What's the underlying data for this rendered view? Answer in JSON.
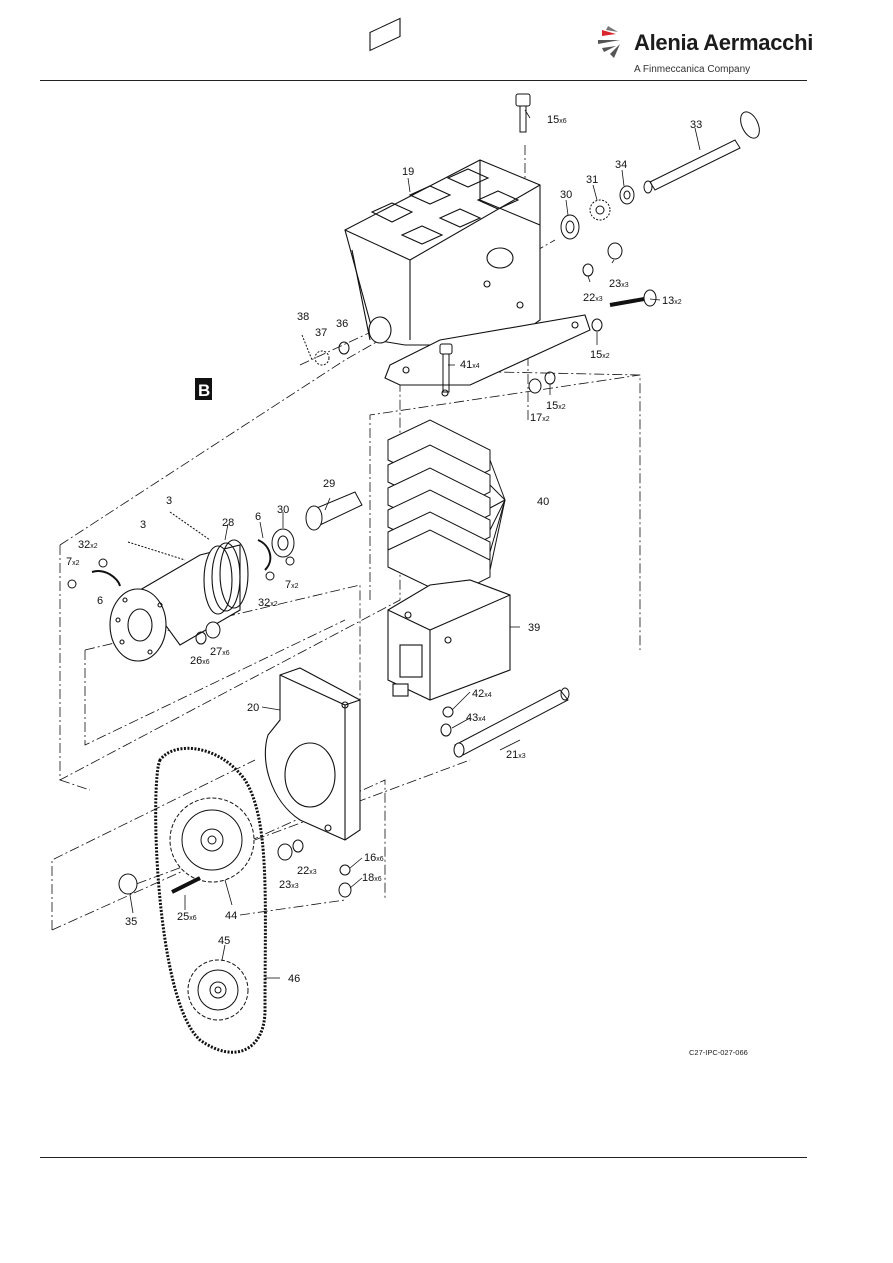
{
  "header": {
    "logo_name": "Alenia Aermacchi",
    "logo_subtitle": "A Finmeccanica Company",
    "brand_color": "#d9262c"
  },
  "view_label": "B",
  "figure_id": "C27-IPC-027-066",
  "callouts": [
    {
      "id": "c15a",
      "num": "15",
      "qty": "x6"
    },
    {
      "id": "c33",
      "num": "33",
      "qty": ""
    },
    {
      "id": "c19",
      "num": "19",
      "qty": ""
    },
    {
      "id": "c31",
      "num": "31",
      "qty": ""
    },
    {
      "id": "c34",
      "num": "34",
      "qty": ""
    },
    {
      "id": "c30a",
      "num": "30",
      "qty": ""
    },
    {
      "id": "c23a",
      "num": "23",
      "qty": "x3"
    },
    {
      "id": "c22a",
      "num": "22",
      "qty": "x3"
    },
    {
      "id": "c13",
      "num": "13",
      "qty": "x2"
    },
    {
      "id": "c15b",
      "num": "15",
      "qty": "x2"
    },
    {
      "id": "c38",
      "num": "38",
      "qty": ""
    },
    {
      "id": "c37",
      "num": "37",
      "qty": ""
    },
    {
      "id": "c36",
      "num": "36",
      "qty": ""
    },
    {
      "id": "c41",
      "num": "41",
      "qty": "x4"
    },
    {
      "id": "c15c",
      "num": "15",
      "qty": "x2"
    },
    {
      "id": "c17",
      "num": "17",
      "qty": "x2"
    },
    {
      "id": "c40",
      "num": "40",
      "qty": ""
    },
    {
      "id": "c3a",
      "num": "3",
      "qty": ""
    },
    {
      "id": "c29",
      "num": "29",
      "qty": ""
    },
    {
      "id": "c3b",
      "num": "3",
      "qty": ""
    },
    {
      "id": "c28",
      "num": "28",
      "qty": ""
    },
    {
      "id": "c6a",
      "num": "6",
      "qty": ""
    },
    {
      "id": "c30b",
      "num": "30",
      "qty": ""
    },
    {
      "id": "c32a",
      "num": "32",
      "qty": "x2"
    },
    {
      "id": "c7a",
      "num": "7",
      "qty": "x2"
    },
    {
      "id": "c7b",
      "num": "7",
      "qty": "x2"
    },
    {
      "id": "c6b",
      "num": "6",
      "qty": ""
    },
    {
      "id": "c32b",
      "num": "32",
      "qty": "x2"
    },
    {
      "id": "c39",
      "num": "39",
      "qty": ""
    },
    {
      "id": "c27",
      "num": "27",
      "qty": "x6"
    },
    {
      "id": "c26",
      "num": "26",
      "qty": "x6"
    },
    {
      "id": "c20",
      "num": "20",
      "qty": ""
    },
    {
      "id": "c42",
      "num": "42",
      "qty": "x4"
    },
    {
      "id": "c43",
      "num": "43",
      "qty": "x4"
    },
    {
      "id": "c21",
      "num": "21",
      "qty": "x3"
    },
    {
      "id": "c16",
      "num": "16",
      "qty": "x6"
    },
    {
      "id": "c22b",
      "num": "22",
      "qty": "x3"
    },
    {
      "id": "c23b",
      "num": "23",
      "qty": "x3"
    },
    {
      "id": "c18",
      "num": "18",
      "qty": "x6"
    },
    {
      "id": "c35",
      "num": "35",
      "qty": ""
    },
    {
      "id": "c25",
      "num": "25",
      "qty": "x6"
    },
    {
      "id": "c44",
      "num": "44",
      "qty": ""
    },
    {
      "id": "c45",
      "num": "45",
      "qty": ""
    },
    {
      "id": "c46",
      "num": "46",
      "qty": ""
    }
  ]
}
